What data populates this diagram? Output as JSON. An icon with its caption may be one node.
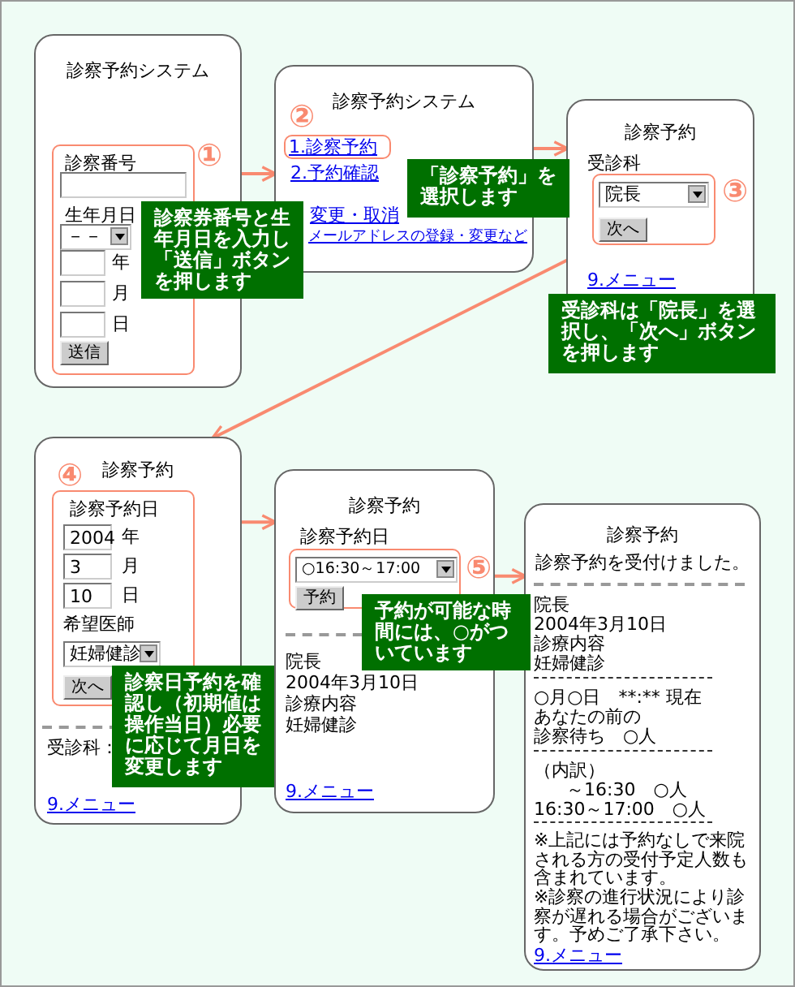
{
  "diagram": {
    "nodes": [
      {
        "text": [
          "診察予約システム"
        ]
      },
      {
        "text": [
          "診察番号",
          "生年月日",
          "－－",
          "年",
          "月",
          "日",
          "送信"
        ],
        "in": 0,
        "beside": [
          "①"
        ]
      },
      {
        "text": [
          "診察券番号と生年月日を入力し「送信」ボタンを押します"
        ]
      },
      {
        "text": [
          "診察予約システム",
          "2.予約確認",
          "変更・取消",
          "メールアドレスの登録・変更など"
        ]
      },
      {
        "text": [
          "1.診察予約"
        ],
        "in": 3,
        "beside": [
          "②"
        ]
      },
      {
        "text": [
          "「診察予約」を選択します"
        ]
      },
      {
        "text": [
          "診察予約",
          "受診科",
          "9.メニュー"
        ]
      },
      {
        "text": [
          "院長",
          "次へ"
        ],
        "in": 6,
        "beside": [
          "③"
        ]
      },
      {
        "text": [
          "受診科は「院長」を選択し、「次へ」ボタンを押します"
        ]
      },
      {
        "text": [
          "診察予約",
          "受診科：",
          "9.メニュー"
        ]
      },
      {
        "text": [
          "診察予約日",
          "2004",
          "年",
          "3",
          "月",
          "10",
          "日",
          "希望医師",
          "妊婦健診",
          "次へ"
        ],
        "in": 9,
        "beside": [
          "④"
        ]
      },
      {
        "text": [
          "診察日予約を確認し（初期値は操作当日）必要に応じて月日を変更します"
        ]
      },
      {
        "text": [
          "診察予約",
          "診察予約日",
          "院長",
          "2004年3月10日",
          "診療内容",
          "妊婦健診",
          "9.メニュー"
        ]
      },
      {
        "text": [
          "○16:30～17:00",
          "予約"
        ],
        "in": 12,
        "beside": [
          "⑤"
        ]
      },
      {
        "text": [
          "予約が可能な時間には、○がついています"
        ]
      },
      {
        "text": [
          "診察予約",
          "診察予約を受付けました。",
          "院長",
          "2004年3月10日",
          "診療内容",
          "妊婦健診",
          "○月○日　**:** 現在",
          "あなたの前の",
          "診察待ち　○人",
          "（内訳）",
          "～16:30　○人",
          "16:30～17:00　○人",
          "※上記には予約なしで来院される方の受付予定人数も含まれています。",
          "※診察の進行状況により診察が遅れる場合がございます。予めご了承下さい。",
          "9.メニュー"
        ]
      }
    ],
    "edges": [
      {
        "from": 1,
        "to": 3,
        "arrow": "to"
      },
      {
        "from": 4,
        "to": 6,
        "arrow": "to"
      },
      {
        "from": 7,
        "to": 9,
        "arrow": "to"
      },
      {
        "from": 10,
        "to": 12,
        "arrow": "to"
      },
      {
        "from": 13,
        "to": 15,
        "arrow": "to"
      }
    ]
  }
}
